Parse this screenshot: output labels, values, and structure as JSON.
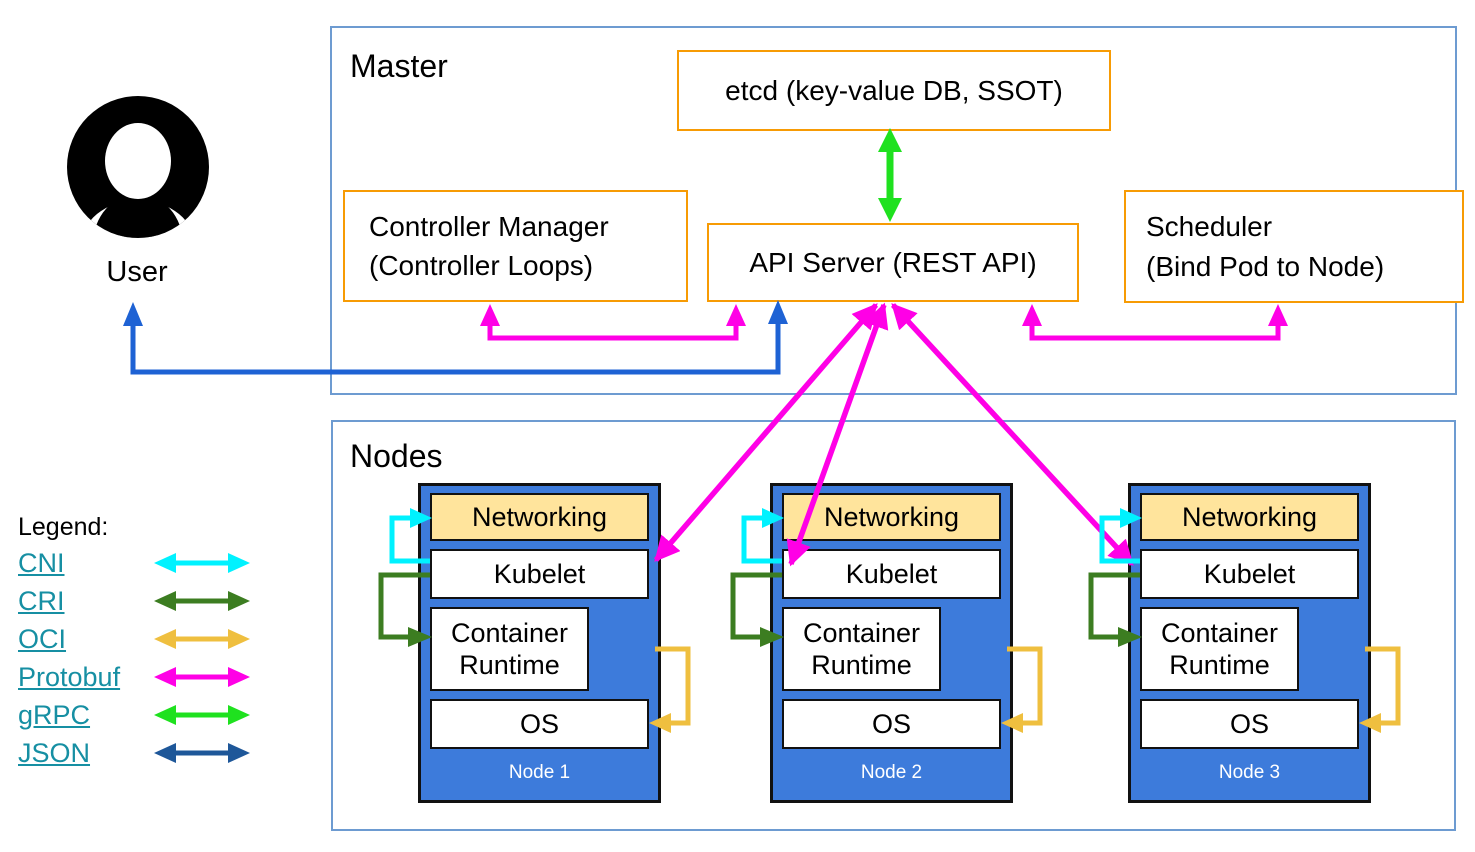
{
  "master": {
    "label": "Master",
    "etcd_label": "etcd (key-value DB, SSOT)",
    "api_server_label": "API Server (REST API)",
    "controller_manager": {
      "line1": "Controller Manager",
      "line2": "(Controller Loops)"
    },
    "scheduler": {
      "line1": "Scheduler",
      "line2": "(Bind Pod to Node)"
    }
  },
  "user": {
    "label": "User",
    "icon": "person-avatar-icon"
  },
  "nodes_section": {
    "label": "Nodes",
    "layers": {
      "networking": "Networking",
      "kubelet": "Kubelet",
      "container_runtime": "Container Runtime",
      "os": "OS"
    },
    "nodes": [
      {
        "name": "Node 1"
      },
      {
        "name": "Node 2"
      },
      {
        "name": "Node 3"
      }
    ]
  },
  "legend": {
    "title": "Legend:",
    "items": [
      {
        "label": "CNI",
        "color": "#00f2ff"
      },
      {
        "label": "CRI",
        "color": "#3c7d21"
      },
      {
        "label": "OCI",
        "color": "#efbf3f"
      },
      {
        "label": "Protobuf",
        "color": "#ff00e6"
      },
      {
        "label": "gRPC",
        "color": "#1fe11f"
      },
      {
        "label": "JSON",
        "color": "#1e5799"
      }
    ]
  },
  "edges": [
    {
      "from": "etcd",
      "to": "api-server",
      "protocol": "gRPC",
      "color": "#1fe11f",
      "bidirectional": true
    },
    {
      "from": "controller-manager",
      "to": "api-server",
      "protocol": "Protobuf",
      "color": "#ff00e6",
      "bidirectional": true
    },
    {
      "from": "scheduler",
      "to": "api-server",
      "protocol": "Protobuf",
      "color": "#ff00e6",
      "bidirectional": true
    },
    {
      "from": "user",
      "to": "api-server",
      "protocol": "JSON",
      "color": "#1e62d4",
      "bidirectional": true
    },
    {
      "from": "api-server",
      "to": "node-1-kubelet",
      "protocol": "Protobuf",
      "color": "#ff00e6",
      "bidirectional": true
    },
    {
      "from": "api-server",
      "to": "node-2-kubelet",
      "protocol": "Protobuf",
      "color": "#ff00e6",
      "bidirectional": true
    },
    {
      "from": "api-server",
      "to": "node-3-kubelet",
      "protocol": "Protobuf",
      "color": "#ff00e6",
      "bidirectional": true
    },
    {
      "from": "kubelet",
      "to": "networking",
      "protocol": "CNI",
      "color": "#00f2ff"
    },
    {
      "from": "kubelet",
      "to": "container-runtime",
      "protocol": "CRI",
      "color": "#3c7d21"
    },
    {
      "from": "container-runtime",
      "to": "os",
      "protocol": "OCI",
      "color": "#efbf3f"
    }
  ],
  "colors": {
    "component_border_orange": "#f79b04",
    "section_border_blue": "#6d9bd1",
    "node_fill_blue": "#3d7bdb",
    "networking_fill_yellow": "#ffe49c",
    "legend_link_teal": "#168fa3",
    "user_arrow_blue": "#1e62d4"
  }
}
